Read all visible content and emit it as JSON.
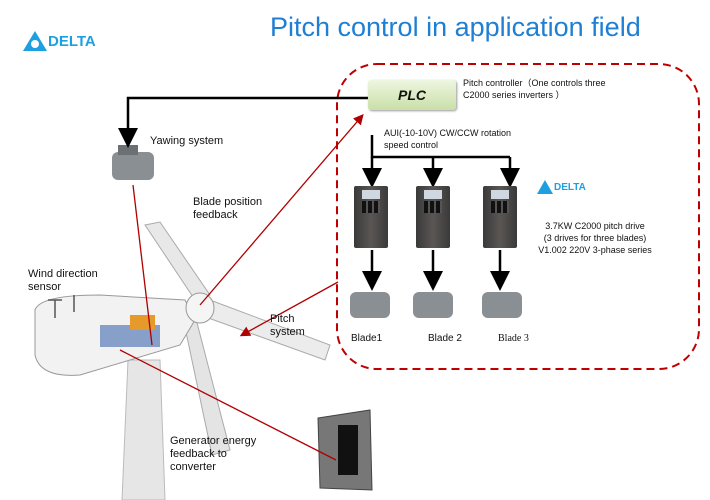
{
  "logo": {
    "text": "DELTA"
  },
  "title": "Pitch control in application field",
  "plc": {
    "label": "PLC",
    "description_line1": "Pitch controller（One controls three",
    "description_line2": "C2000 series inverters ）"
  },
  "signal": {
    "line1": "AUI(-10-10V) CW/CCW rotation",
    "line2": "speed control"
  },
  "drive_logo": "DELTA",
  "drive_info": {
    "line1": "3.7KW C2000  pitch drive",
    "line2": "(3 drives for three blades)",
    "line3": "V1.002  220V  3-phase series"
  },
  "blades": [
    "Blade1",
    "Blade 2",
    "Blade 3"
  ],
  "labels": {
    "yawing": "Yawing system",
    "blade_feedback_1": "Blade position",
    "blade_feedback_2": "feedback",
    "wind_1": "Wind direction",
    "wind_2": "sensor",
    "pitch_1": "Pitch",
    "pitch_2": "system",
    "gen_1": "Generator energy",
    "gen_2": "feedback to",
    "gen_3": "converter"
  },
  "colors": {
    "accent": "#1f7fd3",
    "dashed_border": "#c00000",
    "line_red": "#b00000"
  }
}
